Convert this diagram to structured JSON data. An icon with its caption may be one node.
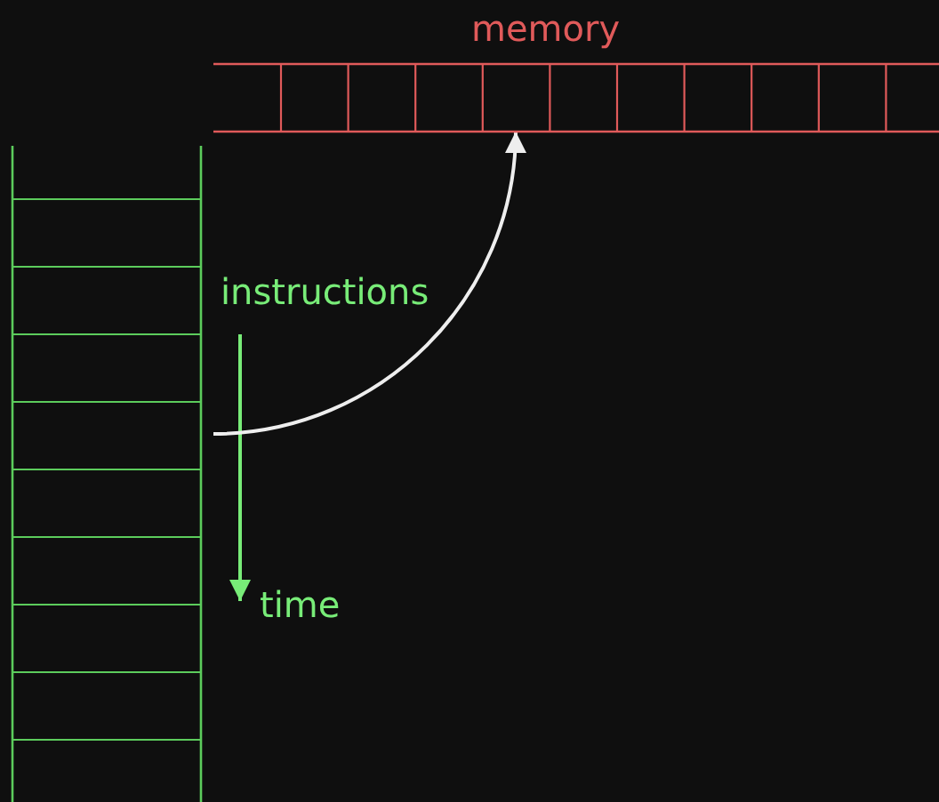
{
  "diagram": {
    "nodes": [
      {
        "text": [
          "memory"
        ]
      },
      {
        "text": [
          "instructions"
        ]
      }
    ],
    "edges": [
      {
        "from": 1,
        "to": 0,
        "arrow": "to"
      }
    ],
    "labels": [
      "time"
    ]
  }
}
